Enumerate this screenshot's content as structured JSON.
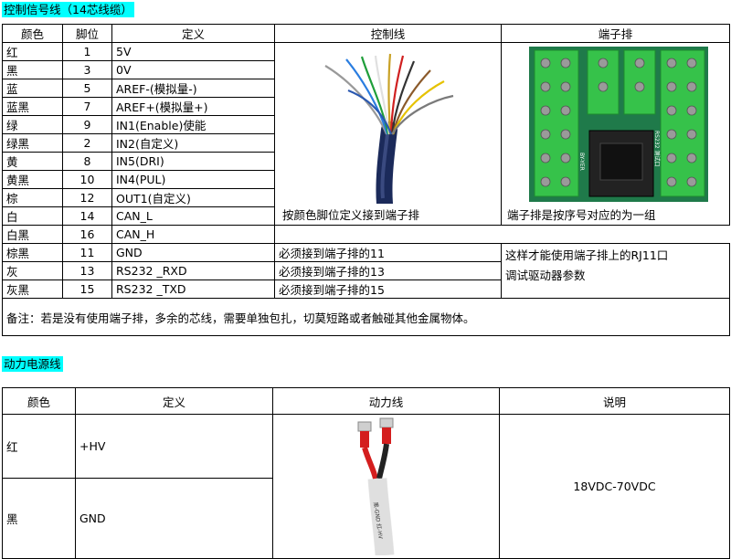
{
  "control": {
    "title": "控制信号线（14芯线缆）",
    "headers": [
      "颜色",
      "脚位",
      "定义",
      "控制线",
      "端子排"
    ],
    "rows": [
      {
        "color": "红",
        "pin": "1",
        "def": "5V"
      },
      {
        "color": "黑",
        "pin": "3",
        "def": "0V"
      },
      {
        "color": "蓝",
        "pin": "5",
        "def": "AREF-(模拟量-)"
      },
      {
        "color": "蓝黑",
        "pin": "7",
        "def": "AREF+(模拟量+)"
      },
      {
        "color": "绿",
        "pin": "9",
        "def": "IN1(Enable)使能"
      },
      {
        "color": "绿黑",
        "pin": "2",
        "def": "IN2(自定义)"
      },
      {
        "color": "黄",
        "pin": "8",
        "def": "IN5(DRI)"
      },
      {
        "color": "黄黑",
        "pin": "10",
        "def": "IN4(PUL)"
      },
      {
        "color": "棕",
        "pin": "12",
        "def": "OUT1(自定义)"
      },
      {
        "color": "白",
        "pin": "14",
        "def": "CAN_L"
      },
      {
        "color": "白黑",
        "pin": "16",
        "def": "CAN_H"
      },
      {
        "color": "棕黑",
        "pin": "11",
        "def": "GND"
      },
      {
        "color": "灰",
        "pin": "13",
        "def": "RS232 _RXD"
      },
      {
        "color": "灰黑",
        "pin": "15",
        "def": "RS232 _TXD"
      }
    ],
    "control_line_caption": "按颜色脚位定义接到端子排",
    "terminal_caption": "端子排是按序号对应的为一组",
    "board_label_1": "BY-YER",
    "board_label_2": "RS232 测试口",
    "must_rows": [
      "必须接到端子排的11",
      "必须接到端子排的13",
      "必须接到端子排的15"
    ],
    "rj11_note_1": "这样才能使用端子排上的RJ11口",
    "rj11_note_2": "调试驱动器参数",
    "note": "备注：若是没有使用端子排，多余的芯线，需要单独包扎，切莫短路或者触碰其他金属物体。"
  },
  "power": {
    "title": "动力电源线",
    "headers": [
      "颜色",
      "定义",
      "动力线",
      "说明"
    ],
    "rows": [
      {
        "color": "红",
        "def": "+HV"
      },
      {
        "color": "黑",
        "def": "GND"
      }
    ],
    "cable_label": "黑-GND 红-HV",
    "spec": "18VDC-70VDC"
  }
}
